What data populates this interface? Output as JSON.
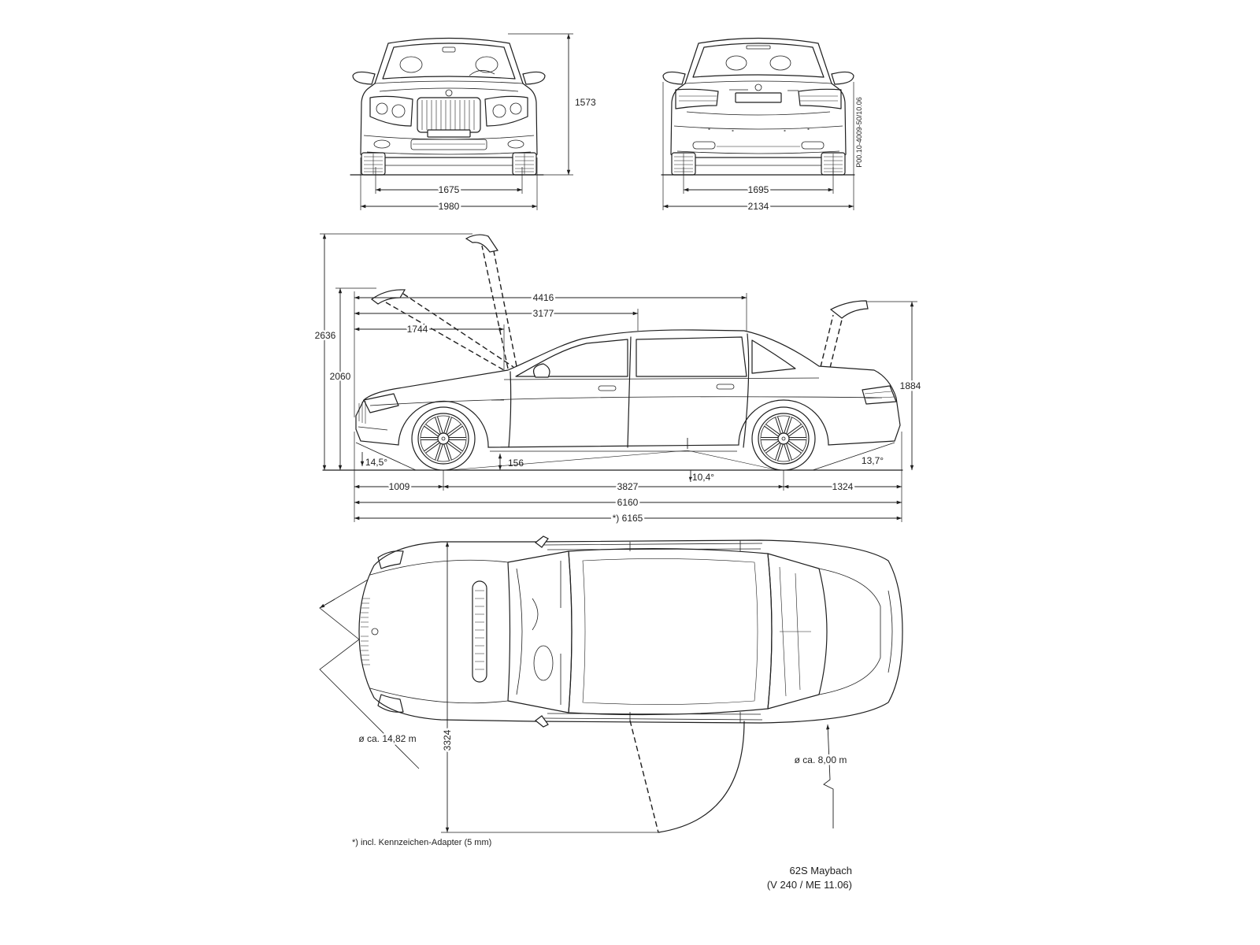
{
  "drawing": {
    "ink": "#1f1f1f",
    "paper": "#ffffff"
  },
  "front_view": {
    "height": "1573",
    "track": "1675",
    "width": "1980"
  },
  "rear_view": {
    "track": "1695",
    "width_with_mirrors": "2134",
    "drawing_code": "P00.10-4009-50/10.06"
  },
  "side_view": {
    "hood_open_high": "2636",
    "hood_open_low": "2060",
    "trunk_open": "1884",
    "front_to_c_pillar": "4416",
    "front_to_b_pillar": "3177",
    "front_to_windshield": "1744",
    "approach_angle": "14,5°",
    "ground_clearance": "156",
    "breakover_angle": "10,4°",
    "departure_angle": "13,7°",
    "front_overhang": "1009",
    "wheelbase": "3827",
    "rear_overhang": "1324",
    "length": "6160",
    "length_with_adapter": "*) 6165"
  },
  "top_view": {
    "turning_circle": "ø ca. 14,82 m",
    "door_open_width": "3324",
    "door_swing": "ø ca. 8,00 m"
  },
  "footnote": "*) incl. Kennzeichen-Adapter (5 mm)",
  "title_block": {
    "model": "62S Maybach",
    "version": "(V 240 / ME 11.06)"
  }
}
